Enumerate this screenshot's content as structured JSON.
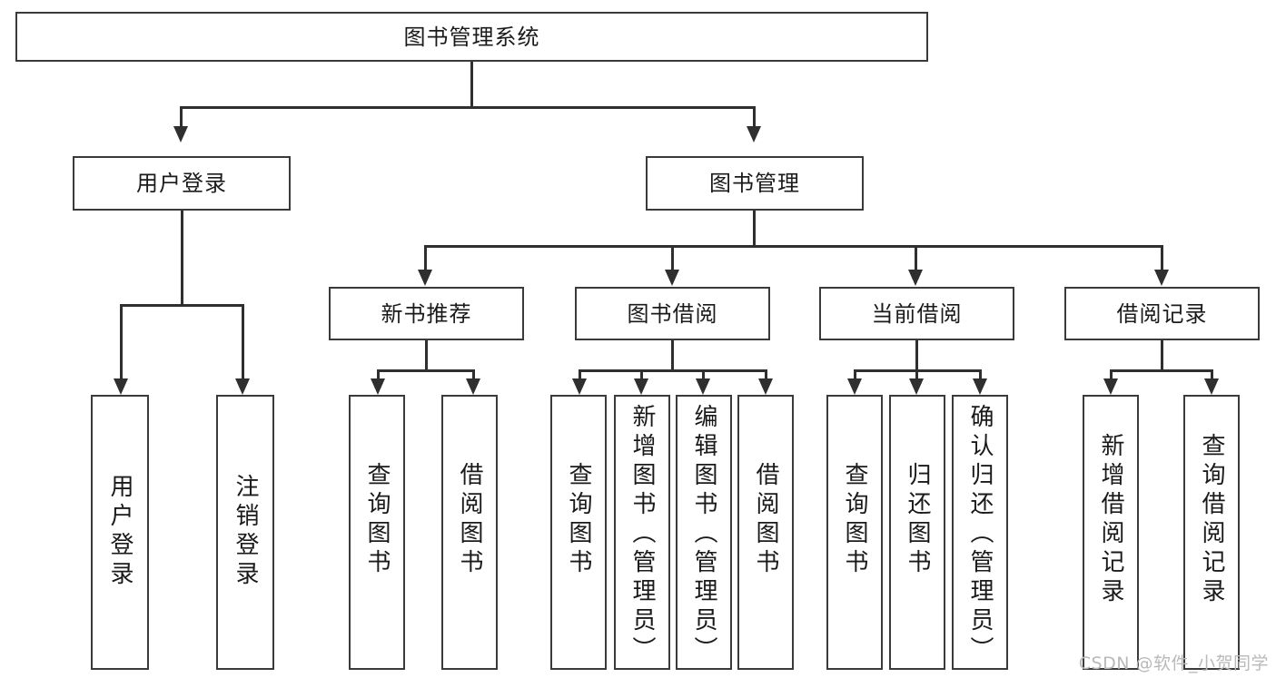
{
  "diagram": {
    "type": "tree",
    "title": "图书管理系统",
    "root": {
      "label": "图书管理系统"
    },
    "level1": [
      {
        "label": "用户登录"
      },
      {
        "label": "图书管理"
      }
    ],
    "level2": [
      {
        "label": "新书推荐"
      },
      {
        "label": "图书借阅"
      },
      {
        "label": "当前借阅"
      },
      {
        "label": "借阅记录"
      }
    ],
    "leaves": {
      "user_login": [
        {
          "label": "用户登录"
        },
        {
          "label": "注销登录"
        }
      ],
      "new_book_recommend": [
        {
          "label": "查询图书"
        },
        {
          "label": "借阅图书"
        }
      ],
      "book_borrow": [
        {
          "label": "查询图书"
        },
        {
          "label": "新增图书（管理员）"
        },
        {
          "label": "编辑图书（管理员）"
        },
        {
          "label": "借阅图书"
        }
      ],
      "current_borrow": [
        {
          "label": "查询图书"
        },
        {
          "label": "归还图书"
        },
        {
          "label": "确认归还（管理员）"
        }
      ],
      "borrow_records": [
        {
          "label": "新增借阅记录"
        },
        {
          "label": "查询借阅记录"
        }
      ]
    }
  },
  "watermark": {
    "text": "CSDN @软件_小贺同学"
  },
  "colors": {
    "box_border": "#3a3a3a",
    "line": "#2f2f2f",
    "background": "#ffffff",
    "text": "#1a1a1a",
    "watermark": "#b9b9b9"
  }
}
